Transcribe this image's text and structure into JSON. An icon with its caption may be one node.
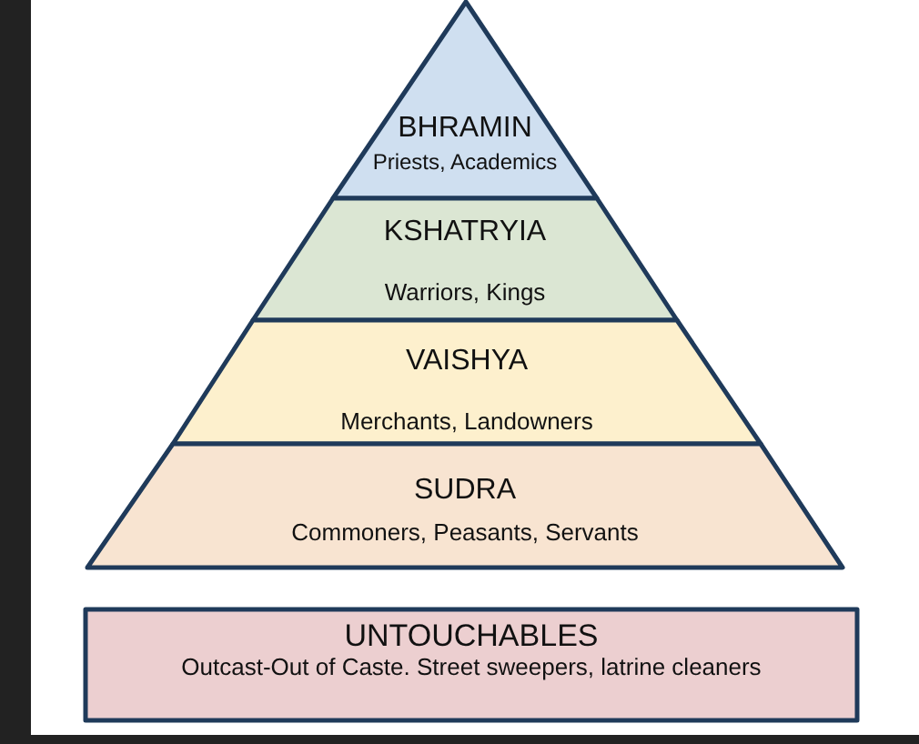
{
  "diagram": {
    "nodes": [
      {
        "text": [
          "BHRAMIN",
          "Priests, Academics"
        ]
      },
      {
        "text": [
          "KSHATRYIA",
          "Warriors, Kings"
        ]
      },
      {
        "text": [
          "VAISHYA",
          "Merchants, Landowners"
        ]
      },
      {
        "text": [
          "SUDRA",
          "Commoners, Peasants, Servants"
        ]
      },
      {
        "text": [
          "UNTOUCHABLES",
          "Outcast-Out of Caste. Street sweepers, latrine cleaners"
        ]
      }
    ]
  }
}
